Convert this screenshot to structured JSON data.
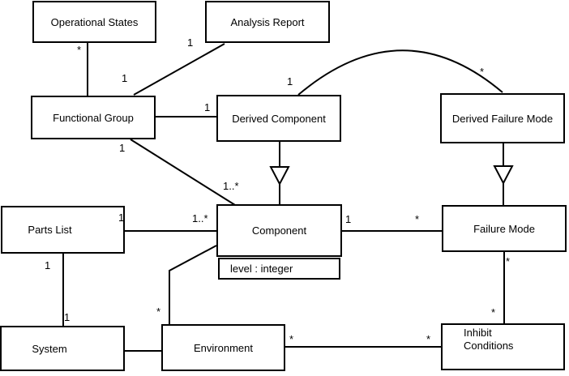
{
  "diagram": {
    "type": "uml-class-diagram",
    "colors": {
      "line": "#000000",
      "box_border": "#000000",
      "box_fill": "#ffffff",
      "background": "#ffffff",
      "text": "#000000"
    },
    "nodes": {
      "operational_states": {
        "label": "Operational States"
      },
      "analysis_report": {
        "label": "Analysis Report"
      },
      "functional_group": {
        "label": "Functional Group"
      },
      "derived_component": {
        "label": "Derived Component"
      },
      "derived_failure_mode": {
        "label": "Derived Failure Mode"
      },
      "parts_list": {
        "label": "Parts List"
      },
      "component": {
        "label": "Component",
        "attributes": [
          "level : integer"
        ]
      },
      "failure_mode": {
        "label": "Failure Mode"
      },
      "system": {
        "label": "System"
      },
      "environment": {
        "label": "Environment"
      },
      "inhibit_conditions": {
        "label": "Inhibit Conditions"
      }
    },
    "associations": [
      {
        "from": "Operational States",
        "to": "Functional Group",
        "type": "association",
        "from_mult": "*",
        "to_mult": ""
      },
      {
        "from": "Analysis Report",
        "to": "Functional Group",
        "type": "association",
        "from_mult": "1",
        "to_mult": "1"
      },
      {
        "from": "Functional Group",
        "to": "Derived Component",
        "type": "association",
        "from_mult": "",
        "to_mult": "1"
      },
      {
        "from": "Derived Component",
        "to": "Derived Failure Mode",
        "type": "association-arc",
        "from_mult": "1",
        "to_mult": "*"
      },
      {
        "from": "Derived Component",
        "to": "Component",
        "type": "generalization",
        "from_mult": "",
        "to_mult": ""
      },
      {
        "from": "Derived Failure Mode",
        "to": "Failure Mode",
        "type": "generalization",
        "from_mult": "",
        "to_mult": ""
      },
      {
        "from": "Functional Group",
        "to": "Component",
        "type": "association",
        "from_mult": "1",
        "to_mult": "1..*"
      },
      {
        "from": "Parts List",
        "to": "Component",
        "type": "association",
        "from_mult": "1",
        "to_mult": "1..*"
      },
      {
        "from": "Component",
        "to": "Failure Mode",
        "type": "association",
        "from_mult": "1",
        "to_mult": "*"
      },
      {
        "from": "Parts List",
        "to": "System",
        "type": "association",
        "from_mult": "1",
        "to_mult": "1"
      },
      {
        "from": "System",
        "to": "Environment",
        "type": "association",
        "from_mult": "",
        "to_mult": ""
      },
      {
        "from": "Component",
        "to": "Environment",
        "type": "association",
        "from_mult": "",
        "to_mult": "*"
      },
      {
        "from": "Environment",
        "to": "Inhibit Conditions",
        "type": "association",
        "from_mult": "*",
        "to_mult": "*"
      },
      {
        "from": "Failure Mode",
        "to": "Inhibit Conditions",
        "type": "association",
        "from_mult": "*",
        "to_mult": "*"
      }
    ]
  }
}
